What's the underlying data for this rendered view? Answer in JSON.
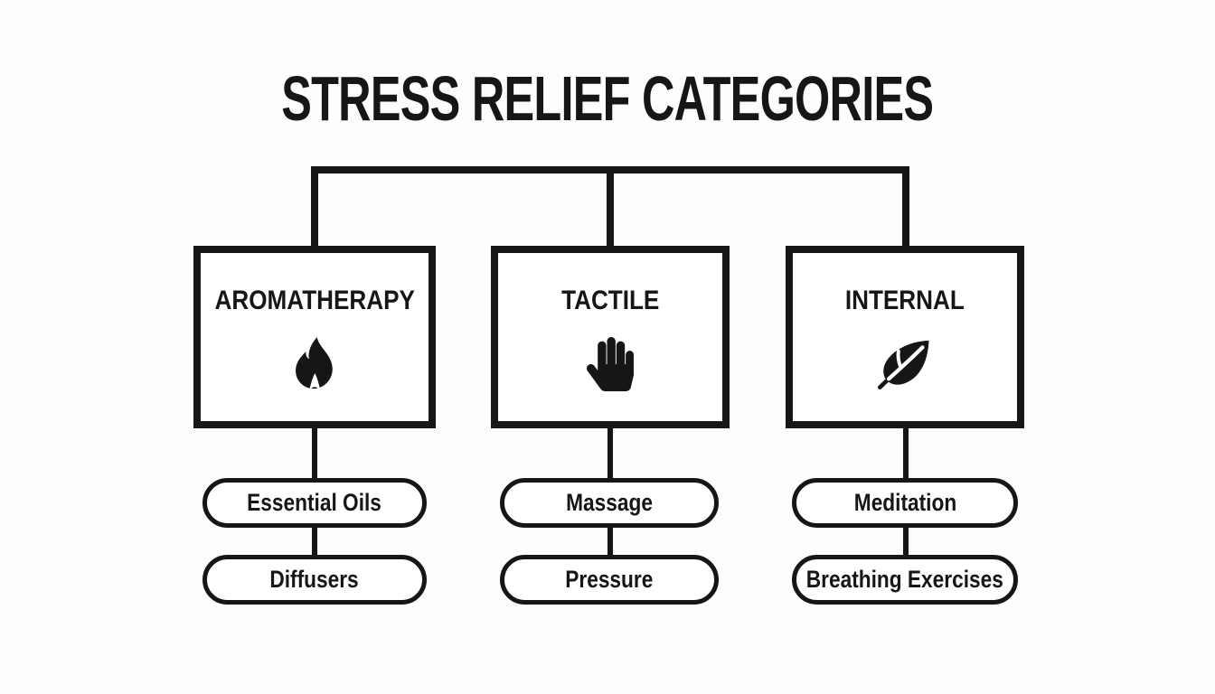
{
  "title": "STRESS RELIEF CATEGORIES",
  "colors": {
    "ink": "#161616",
    "background": "#fdfdfd",
    "node_fill": "#ffffff"
  },
  "categories": [
    {
      "label": "AROMATHERAPY",
      "icon": "flame-icon",
      "items": [
        "Essential Oils",
        "Diffusers"
      ]
    },
    {
      "label": "TACTILE",
      "icon": "hand-icon",
      "items": [
        "Massage",
        "Pressure"
      ]
    },
    {
      "label": "INTERNAL",
      "icon": "leaf-icon",
      "items": [
        "Meditation",
        "Breathing Exercises"
      ]
    }
  ]
}
